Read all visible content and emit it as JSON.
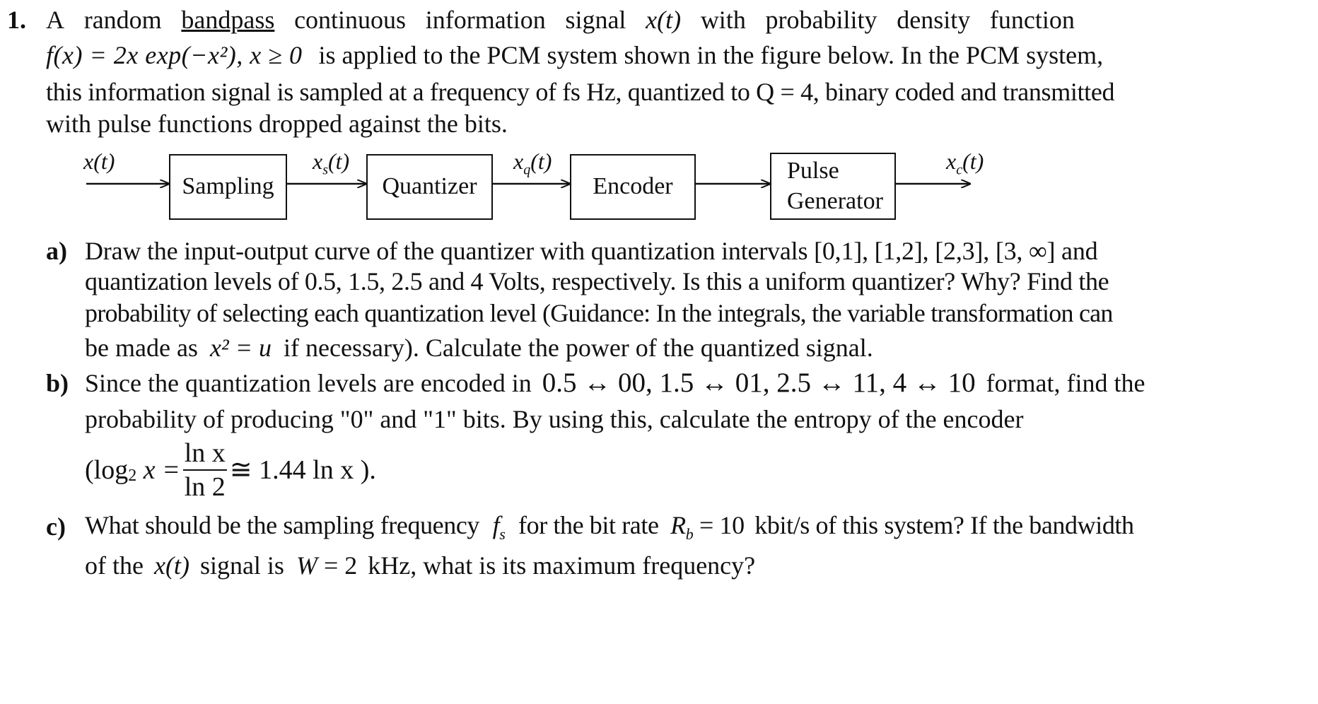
{
  "problem": {
    "number": "1.",
    "intro_words": [
      "A",
      "random",
      "bandpass",
      "continuous",
      "information",
      "signal",
      "x(t)",
      "with",
      "probability",
      "density",
      "function"
    ],
    "line2_math": "f(x) = 2x exp(−x²), x ≥ 0",
    "line2_text": "is applied to the PCM system shown in the figure below. In the PCM system,",
    "line3_text": "this information signal is sampled at a frequency of fs Hz, quantized to Q = 4, binary coded and transmitted",
    "line4_text": "with pulse functions dropped against the bits."
  },
  "diagram": {
    "signal_in": "x(t)",
    "signal_s": "x",
    "signal_s_sub": "s",
    "signal_s_tail": "(t)",
    "signal_q": "x",
    "signal_q_sub": "q",
    "signal_q_tail": "(t)",
    "signal_c": "x",
    "signal_c_sub": "c",
    "signal_c_tail": "(t)",
    "blocks": {
      "sampling": "Sampling",
      "quantizer": "Quantizer",
      "encoder": "Encoder",
      "pulse_line1": "Pulse",
      "pulse_line2": "Generator"
    }
  },
  "parts": {
    "a": {
      "label": "a)",
      "line1": "Draw the input-output curve of the quantizer with quantization intervals [0,1], [1,2], [2,3], [3, ∞] and",
      "line2": "quantization levels of 0.5, 1.5, 2.5 and 4 Volts, respectively. Is this a uniform quantizer? Why? Find the",
      "line3": "probability of selecting each quantization level (Guidance: In the integrals, the variable transformation can",
      "line4_pre": "be made as",
      "line4_math": "x² = u",
      "line4_post": "if necessary). Calculate the power of the quantized signal."
    },
    "b": {
      "label": "b)",
      "line1_pre": "Since the quantization levels are encoded in",
      "line1_math": "0.5 ↔ 00, 1.5 ↔ 01, 2.5 ↔ 11, 4 ↔ 10",
      "line1_post": "format, find the",
      "line2": "probability of producing \"0\" and \"1\" bits. By using this, calculate the entropy of the encoder",
      "formula_pre": "(log",
      "formula_sub": "2",
      "formula_var": " x =",
      "formula_num": "ln x",
      "formula_den": "ln 2",
      "formula_post": "≅ 1.44 ln x )."
    },
    "c": {
      "label": "c)",
      "line1_pre": "What should be the sampling frequency",
      "line1_math1": "f",
      "line1_math1_sub": "s",
      "line1_mid": "for the bit rate",
      "line1_math2": "R",
      "line1_math2_sub": "b",
      "line1_math2_val": " = 10",
      "line1_post": "kbit/s of this system? If the bandwidth",
      "line2_pre": "of the",
      "line2_math1": "x(t)",
      "line2_mid": "signal is",
      "line2_math2": "W",
      "line2_math2_val": " = 2",
      "line2_post": "kHz, what is its maximum frequency?"
    }
  }
}
